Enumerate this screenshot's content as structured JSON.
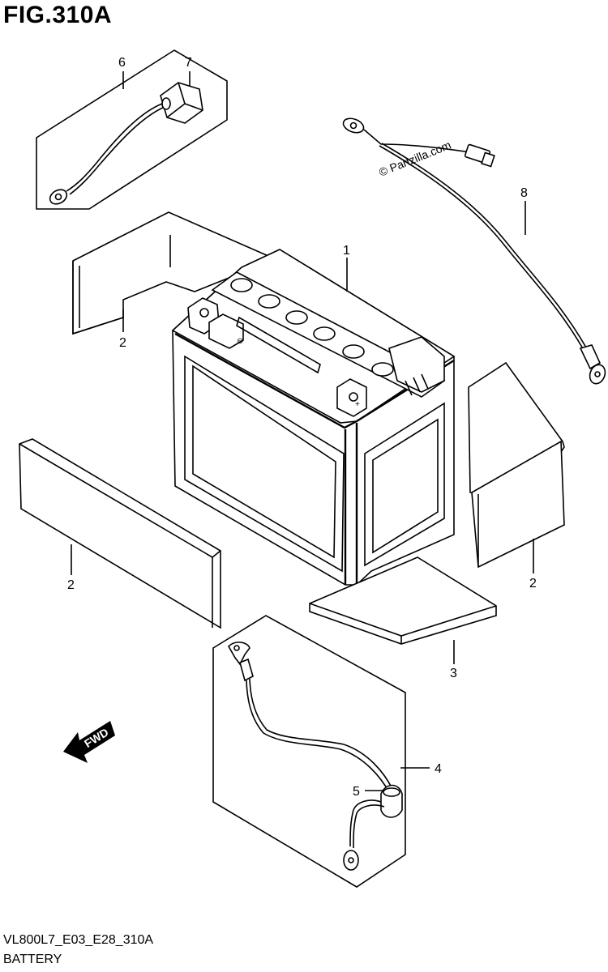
{
  "figure": {
    "title": "FIG.310A",
    "code": "VL800L7_E03_E28_310A",
    "name": "BATTERY"
  },
  "watermark": "© Partzilla.com",
  "fwd_label": "FWD",
  "callouts": {
    "p1": "1",
    "p2a": "2",
    "p2b": "2",
    "p2c": "2",
    "p3": "3",
    "p4": "4",
    "p5": "5",
    "p6": "6",
    "p7": "7",
    "p8": "8"
  }
}
